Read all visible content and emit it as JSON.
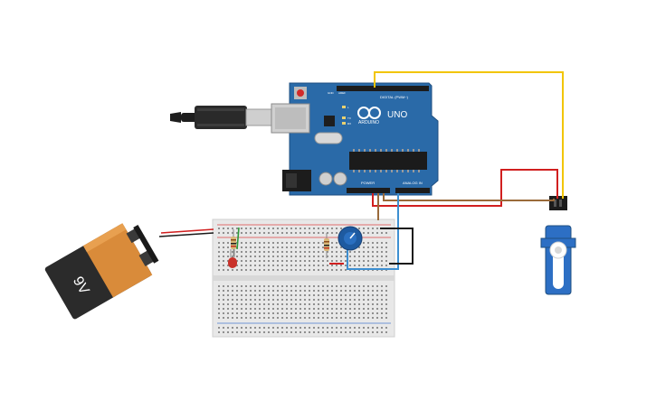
{
  "arduino": {
    "brand": "ARDUINO",
    "model": "UNO",
    "digital_label": "DIGITAL (PWM~)",
    "power_label": "POWER",
    "analog_label": "ANALOG IN",
    "tx_label": "TX",
    "rx_label": "RX",
    "l_label": "L",
    "aref_label": "AREF",
    "gnd_label": "GND"
  },
  "battery": {
    "label": "9V"
  },
  "colors": {
    "board": "#2a6aa8",
    "board_dark": "#1f4f80",
    "battery_copper": "#d98b3a",
    "battery_black": "#2b2b2b",
    "breadboard": "#e8e8e8",
    "wire_red": "#d11f1f",
    "wire_black": "#1a1a1a",
    "wire_yellow": "#f2c500",
    "wire_brown": "#9a6a3a",
    "wire_blue": "#3d8fd1",
    "wire_green": "#2f9a3a",
    "led_red": "#c9312a",
    "servo_blue": "#2d6fc4",
    "pot_blue": "#1e5aa0"
  },
  "components": [
    "arduino-uno",
    "usb-cable",
    "9v-battery",
    "breadboard",
    "led",
    "resistor",
    "resistor",
    "potentiometer",
    "micro-servo"
  ]
}
